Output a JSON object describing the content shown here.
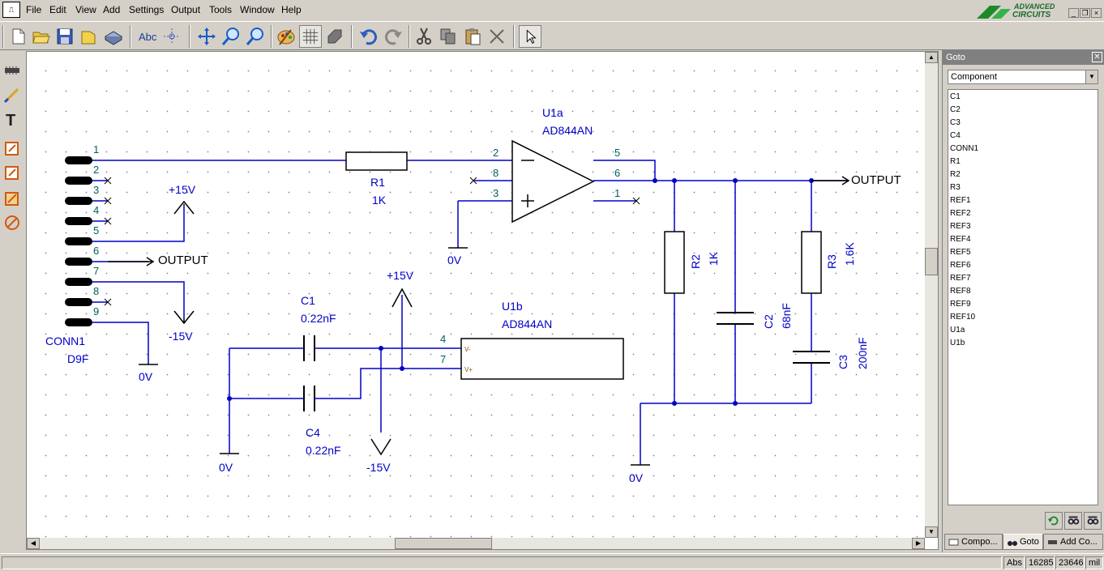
{
  "menu": [
    "File",
    "Edit",
    "View",
    "Add",
    "Settings",
    "Output",
    "Tools",
    "Window",
    "Help"
  ],
  "brand": {
    "line1": "ADVANCED",
    "line2": "CIRCUITS"
  },
  "colors": {
    "wire": "#0000c8",
    "component": "#000000",
    "label": "#0000c8",
    "pin": "#006060",
    "canvas": "#ffffff",
    "chrome": "#d4d0c8"
  },
  "toolbar_icons": [
    "new-file-icon",
    "open-folder-icon",
    "save-icon",
    "open-design-icon",
    "print-icon",
    "spell-check-icon",
    "grid-snap-icon",
    "zoom-fit-icon",
    "zoom-in-icon",
    "zoom-out-icon",
    "palette-icon",
    "grid-icon",
    "rotate-icon",
    "undo-icon",
    "redo-icon",
    "cut-icon",
    "copy-icon",
    "paste-icon",
    "delete-icon",
    "select-pointer-icon"
  ],
  "palette_icons": [
    "component-icon",
    "wire-icon",
    "text-icon",
    "power-icon",
    "ground-icon",
    "probe-icon",
    "no-connect-icon"
  ],
  "schematic": {
    "conn1": {
      "ref": "CONN1",
      "value": "D9F",
      "pins": [
        "1",
        "2",
        "3",
        "4",
        "5",
        "6",
        "7",
        "8",
        "9"
      ]
    },
    "r1": {
      "ref": "R1",
      "value": "1K"
    },
    "r2": {
      "ref": "R2",
      "value": "1K"
    },
    "r3": {
      "ref": "R3",
      "value": "1.6K"
    },
    "c1": {
      "ref": "C1",
      "value": "0.22nF"
    },
    "c2": {
      "ref": "C2",
      "value": "68nF"
    },
    "c3": {
      "ref": "C3",
      "value": "200nF"
    },
    "c4": {
      "ref": "C4",
      "value": "0.22nF"
    },
    "u1a": {
      "ref": "U1a",
      "value": "AD844AN",
      "pins": [
        "2",
        "8",
        "3",
        "5",
        "6",
        "1"
      ]
    },
    "u1b": {
      "ref": "U1b",
      "value": "AD844AN",
      "pins": [
        "4",
        "7"
      ],
      "pin_names": [
        "V-",
        "V+"
      ]
    },
    "power": {
      "pos": "+15V",
      "neg": "-15V",
      "gnd": "0V"
    },
    "output": "OUTPUT"
  },
  "goto": {
    "title": "Goto",
    "filter": "Component",
    "items": [
      "C1",
      "C2",
      "C3",
      "C4",
      "CONN1",
      "R1",
      "R2",
      "R3",
      "REF1",
      "REF2",
      "REF3",
      "REF4",
      "REF5",
      "REF6",
      "REF7",
      "REF8",
      "REF9",
      "REF10",
      "U1a",
      "U1b"
    ],
    "tabs": [
      "Compo...",
      "Goto",
      "Add Co..."
    ],
    "buttons": [
      "refresh-icon",
      "find-prev-icon",
      "find-next-icon"
    ]
  },
  "status": {
    "mode": "Abs",
    "x": "16285",
    "y": "23646",
    "units": "mil"
  }
}
